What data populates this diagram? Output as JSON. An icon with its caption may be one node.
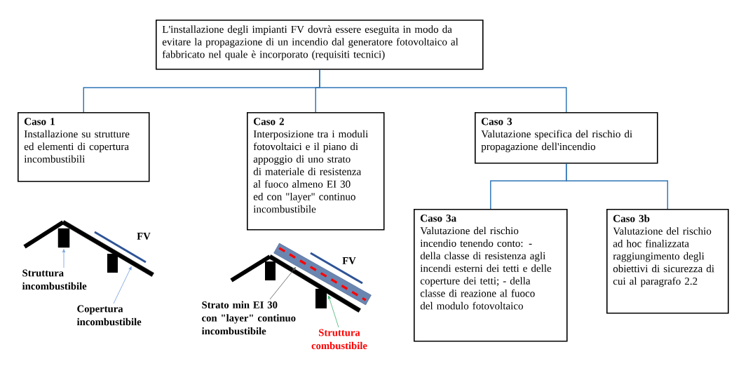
{
  "diagram": {
    "nodes": [
      {
        "text": [
          "L'installazione degli impianti FV dovrà essere eseguita in modo da evitare la propagazione di un incendio dal generatore fotovoltaico al fabbricato nel quale è incorporato (requisiti tecnici)"
        ]
      },
      {
        "text": [
          "Caso 1",
          "Installazione su strutture ed elementi di copertura incombustibili"
        ]
      },
      {
        "text": [
          "Caso 2",
          "Interposizione tra i moduli fotovoltaici e il piano di appoggio di uno strato di materiale di resistenza al fuoco almeno EI 30 ed con \"layer\" continuo incombustibile"
        ]
      },
      {
        "text": [
          "Caso 3",
          "Valutazione specifica del rischio di propagazione dell'incendio"
        ]
      },
      {
        "text": [
          "Caso 3a",
          "Valutazione del rischio incendio tenendo conto: - della classe di resistenza agli incendi esterni dei tetti e delle coperture dei tetti; - della classe di reazione al fuoco del modulo fotovoltaico"
        ]
      },
      {
        "text": [
          "Caso 3b",
          "Valutazione del rischio ad hoc finalizzata raggiungimento degli obiettivi di sicurezza di cui al paragrafo 2.2"
        ]
      },
      {
        "text": [
          "Struttura incombustibile"
        ]
      },
      {
        "text": [
          "Copertura incombustibile"
        ]
      },
      {
        "text": [
          "Strato min EI 30 con \"layer\" continuo incombustibile"
        ]
      },
      {
        "text": [
          "Struttura combustibile"
        ]
      },
      {
        "text": [],
        "shape": "box"
      },
      {
        "text": [],
        "shape": "bar"
      },
      {
        "text": [],
        "shape": "bar"
      },
      {
        "text": [],
        "shape": "bar"
      }
    ],
    "edges": [
      {
        "from": 0,
        "to": 1,
        "arrow": "none"
      },
      {
        "from": 0,
        "to": 2,
        "arrow": "none"
      },
      {
        "from": 0,
        "to": 3,
        "arrow": "none"
      },
      {
        "from": 3,
        "to": 4,
        "arrow": "none"
      },
      {
        "from": 3,
        "to": 5,
        "arrow": "none"
      },
      {
        "from": 6,
        "to": 10,
        "arrow": "to",
        "color": "#6f9be0"
      },
      {
        "from": 7,
        "to": 11,
        "arrow": "to",
        "color": "#6f9be0"
      },
      {
        "from": 8,
        "to": 12,
        "arrow": "to",
        "color": "#555555"
      },
      {
        "from": 9,
        "to": 13,
        "arrow": "to",
        "color": "#3cb371"
      }
    ],
    "labels": [
      "FV",
      "FV"
    ]
  }
}
